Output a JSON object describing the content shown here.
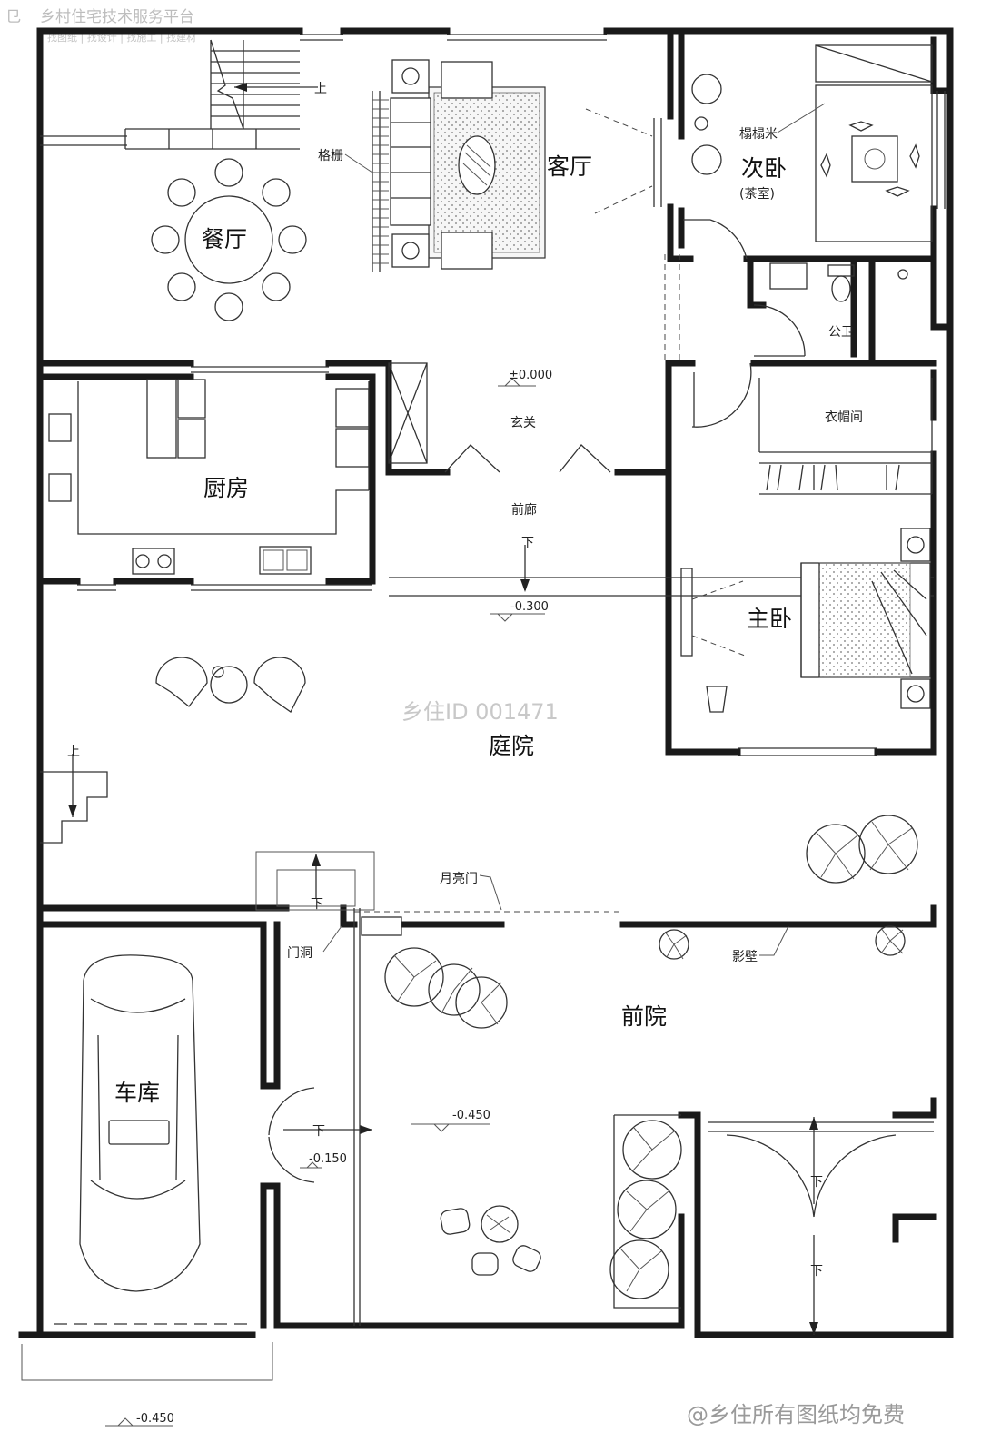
{
  "header": {
    "platform": "乡村住宅技术服务平台",
    "services": "找图纸 | 找设计 | 找施工 | 找建材"
  },
  "rooms": {
    "living": "客厅",
    "dining": "餐厅",
    "second_bedroom": "次卧",
    "tea_room": "(茶室)",
    "kitchen": "厨房",
    "foyer": "玄关",
    "front_corridor": "前廊",
    "public_wc": "公卫",
    "cloakroom": "衣帽间",
    "master_bedroom": "主卧",
    "courtyard": "庭院",
    "garage": "车库",
    "front_yard": "前院"
  },
  "annotations": {
    "lattice": "格栅",
    "tatami": "榻榻米",
    "moon_gate": "月亮门",
    "door_opening": "门洞",
    "screen_wall": "影壁",
    "up": "上",
    "down": "下"
  },
  "levels": {
    "foyer": "±0.000",
    "corridor": "-0.300",
    "front_yard": "-0.450",
    "garage_door": "-0.150",
    "exterior": "-0.450"
  },
  "watermark": "乡住ID 001471",
  "footer": "@乡住所有图纸均免费"
}
